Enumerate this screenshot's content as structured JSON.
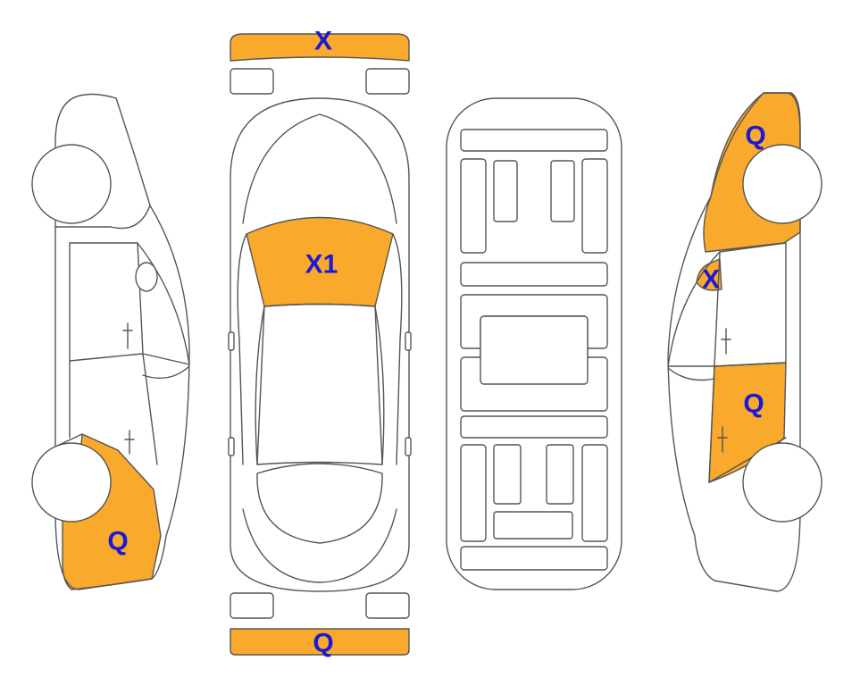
{
  "colors": {
    "damage_fill": "#F9A92B",
    "label_text": "#1A1AD6",
    "outline": "#555555",
    "background": "#FFFFFF"
  },
  "markers": {
    "front_bumper": "X",
    "windshield": "X1",
    "rear_bumper": "Q",
    "left_rear_quarter": "Q",
    "right_rear_quarter": "Q",
    "right_front_door_glass": "X",
    "right_rear_door": "Q"
  }
}
